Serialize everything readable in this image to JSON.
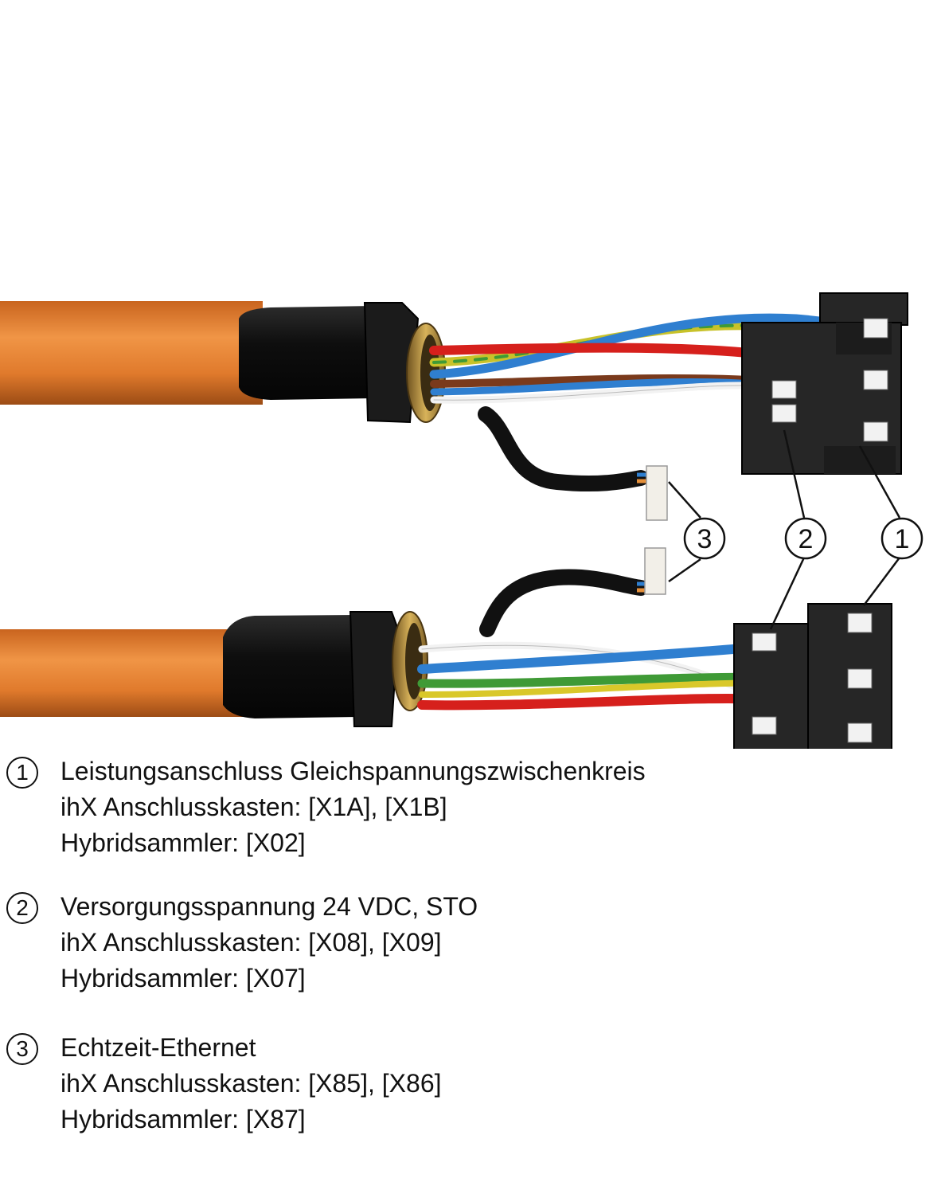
{
  "callouts": [
    "1",
    "2",
    "3"
  ],
  "legend": [
    {
      "num": "1",
      "title": "Leistungsanschluss Gleichspannungszwischenkreis",
      "line2": "ihX Anschlusskasten: [X1A], [X1B]",
      "line3": "Hybridsammler: [X02]"
    },
    {
      "num": "2",
      "title": "Versorgungsspannung 24 VDC, STO",
      "line2": "ihX Anschlusskasten: [X08], [X09]",
      "line3": "Hybridsammler: [X07]"
    },
    {
      "num": "3",
      "title": "Echtzeit-Ethernet",
      "line2": "ihX Anschlusskasten: [X85], [X86]",
      "line3": "Hybridsammler: [X87]"
    }
  ],
  "colors": {
    "cable_orange": "#e07a2c",
    "heatshrink": "#151515",
    "brass": "#b08a3a",
    "wire_red": "#d6201c",
    "wire_blue": "#2f7fd0",
    "wire_yellow_green": "#c8c22a",
    "wire_brown": "#7a3a1c",
    "wire_white": "#f2f2f2",
    "connector": "#262626"
  }
}
